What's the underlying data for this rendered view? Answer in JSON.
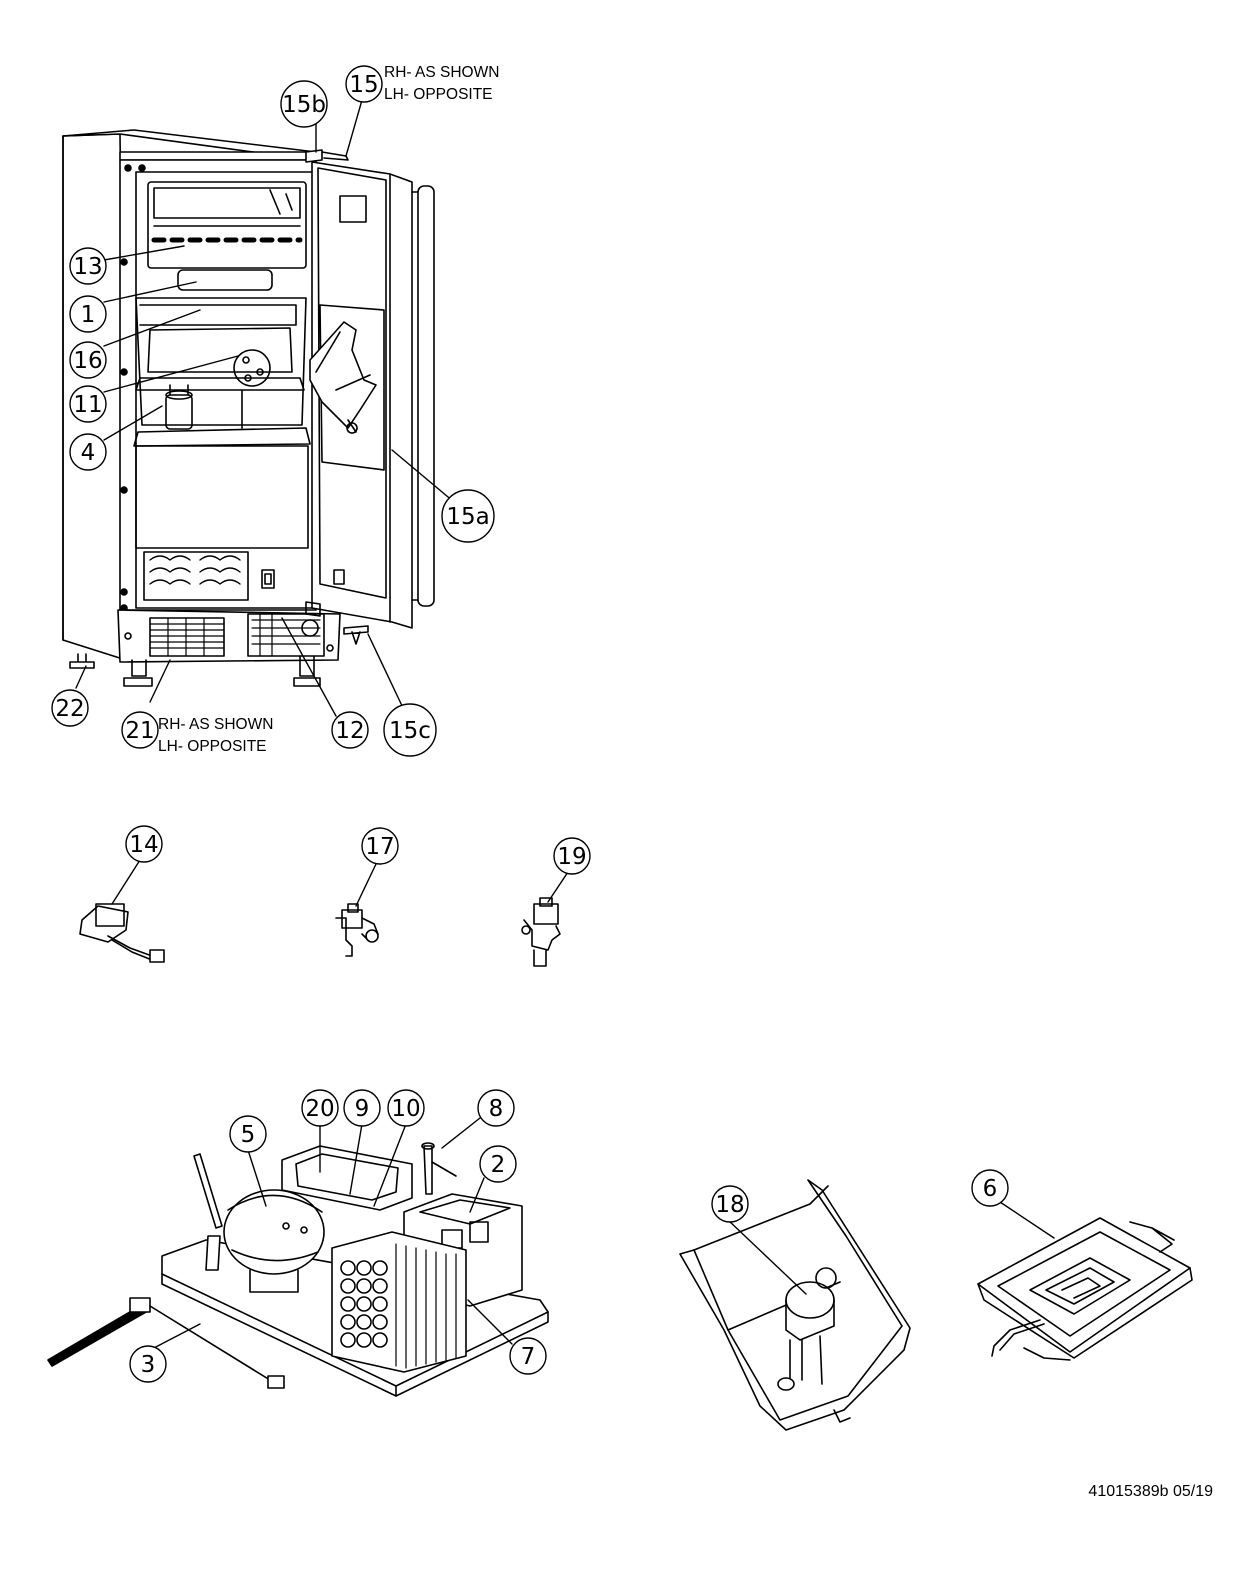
{
  "document_id": "41015389b 05/19",
  "notes": {
    "door": [
      "RH- AS SHOWN",
      "LH- OPPOSITE"
    ],
    "grille": [
      "RH- AS SHOWN",
      "LH- OPPOSITE"
    ]
  },
  "callouts": [
    {
      "id": "c15b",
      "label": "15b"
    },
    {
      "id": "c15",
      "label": "15"
    },
    {
      "id": "c13",
      "label": "13"
    },
    {
      "id": "c1",
      "label": "1"
    },
    {
      "id": "c16",
      "label": "16"
    },
    {
      "id": "c11",
      "label": "11"
    },
    {
      "id": "c4",
      "label": "4"
    },
    {
      "id": "c15a",
      "label": "15a"
    },
    {
      "id": "c22",
      "label": "22"
    },
    {
      "id": "c21",
      "label": "21"
    },
    {
      "id": "c12",
      "label": "12"
    },
    {
      "id": "c15c",
      "label": "15c"
    },
    {
      "id": "c14",
      "label": "14"
    },
    {
      "id": "c17",
      "label": "17"
    },
    {
      "id": "c19",
      "label": "19"
    },
    {
      "id": "c20",
      "label": "20"
    },
    {
      "id": "c9",
      "label": "9"
    },
    {
      "id": "c10",
      "label": "10"
    },
    {
      "id": "c8",
      "label": "8"
    },
    {
      "id": "c5",
      "label": "5"
    },
    {
      "id": "c2",
      "label": "2"
    },
    {
      "id": "c7",
      "label": "7"
    },
    {
      "id": "c3",
      "label": "3"
    },
    {
      "id": "c18",
      "label": "18"
    },
    {
      "id": "c6",
      "label": "6"
    }
  ]
}
